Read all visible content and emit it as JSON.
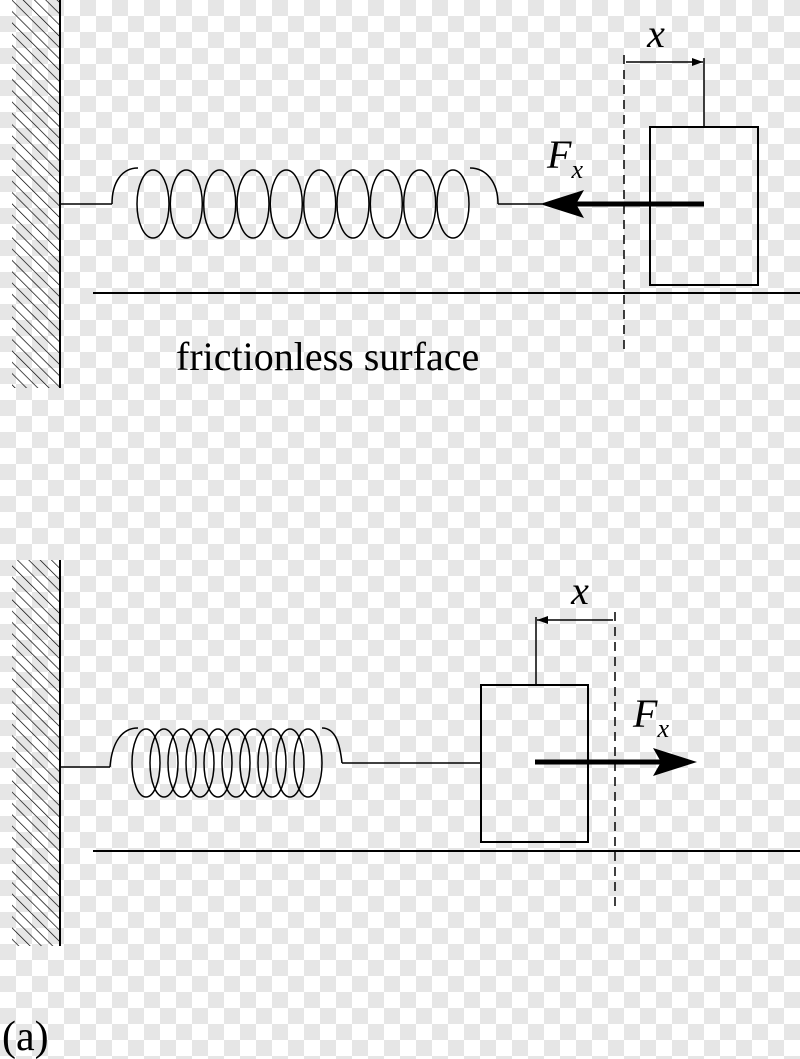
{
  "panel_top": {
    "displacement_label": "x",
    "force_label_main": "F",
    "force_label_sub": "x",
    "force_direction": "left",
    "surface_label": "frictionless surface"
  },
  "panel_bottom": {
    "displacement_label": "x",
    "force_label_main": "F",
    "force_label_sub": "x",
    "force_direction": "right"
  },
  "panel_caption": "(a)"
}
